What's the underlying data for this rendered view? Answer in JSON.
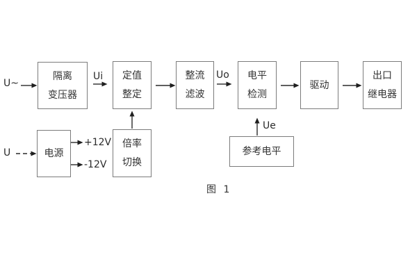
{
  "figure": {
    "caption": "图 1"
  },
  "signals": {
    "ac_input": "U~",
    "dc_input": "U",
    "ui": "Ui",
    "uo": "Uo",
    "ue": "Ue",
    "plus12v": "+12V",
    "minus12v": "-12V"
  },
  "blocks": {
    "isolation_transformer": {
      "line1": "隔离",
      "line2": "变压器"
    },
    "setpoint_adjust": {
      "line1": "定值",
      "line2": "整定"
    },
    "rectifier_filter": {
      "line1": "整流",
      "line2": "滤波"
    },
    "level_detect": {
      "line1": "电平",
      "line2": "检测"
    },
    "driver": {
      "line1": "驱动"
    },
    "output_relay": {
      "line1": "出口",
      "line2": "继电器"
    },
    "power_supply": {
      "line1": "电源"
    },
    "ratio_switch": {
      "line1": "倍率",
      "line2": "切换"
    },
    "reference_level": {
      "line1": "参考电平"
    }
  },
  "colors": {
    "background": "#ffffff",
    "box_border": "#7b7b7b",
    "line": "#2a2a2a",
    "text": "#333333"
  }
}
